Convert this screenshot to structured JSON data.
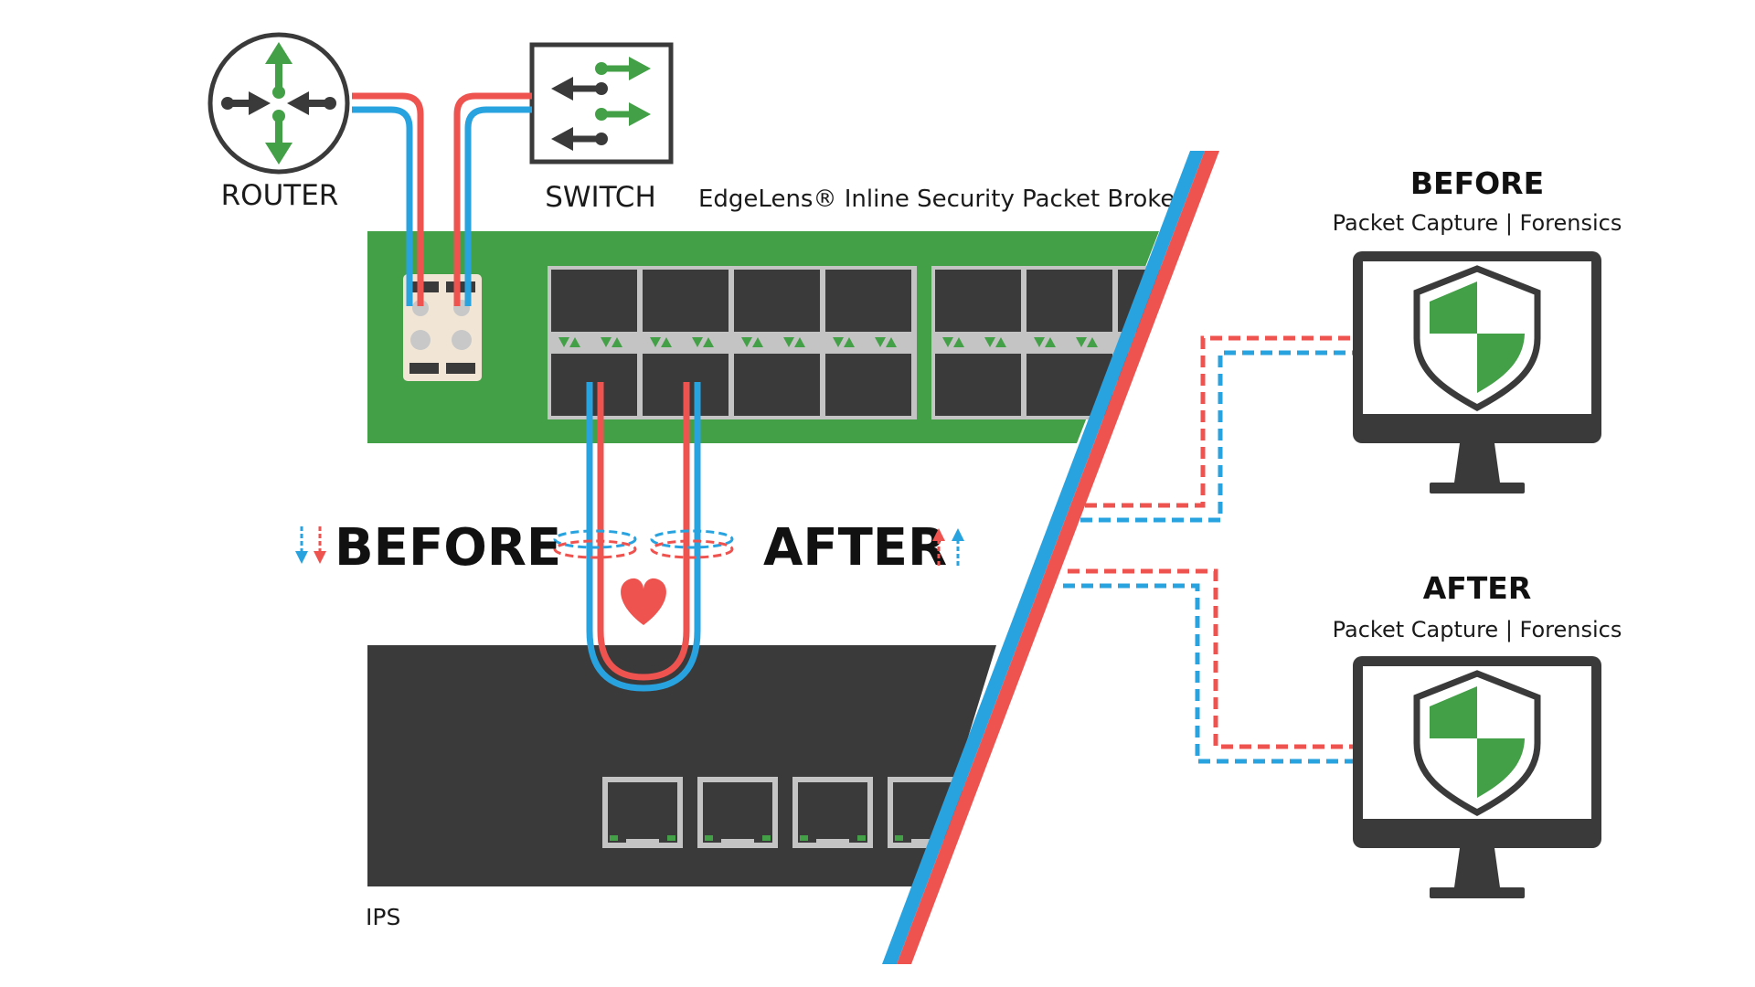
{
  "labels": {
    "router": "ROUTER",
    "switch": "SWITCH",
    "broker": "EdgeLens® Inline Security Packet Broker",
    "ips": "IPS",
    "before_center": "BEFORE",
    "after_center": "AFTER",
    "monitor_before_title": "BEFORE",
    "monitor_before_sub": "Packet Capture | Forensics",
    "monitor_after_title": "AFTER",
    "monitor_after_sub": "Packet Capture | Forensics"
  },
  "colors": {
    "green": "#43a047",
    "dark": "#3a3a3b",
    "red": "#ef5350",
    "blue": "#29a3e0",
    "port_gray": "#c4c4c4"
  },
  "icons": {
    "router": "router-icon",
    "switch": "switch-icon",
    "heart": "heart-icon",
    "shield": "shield-icon",
    "monitor": "monitor-icon"
  }
}
